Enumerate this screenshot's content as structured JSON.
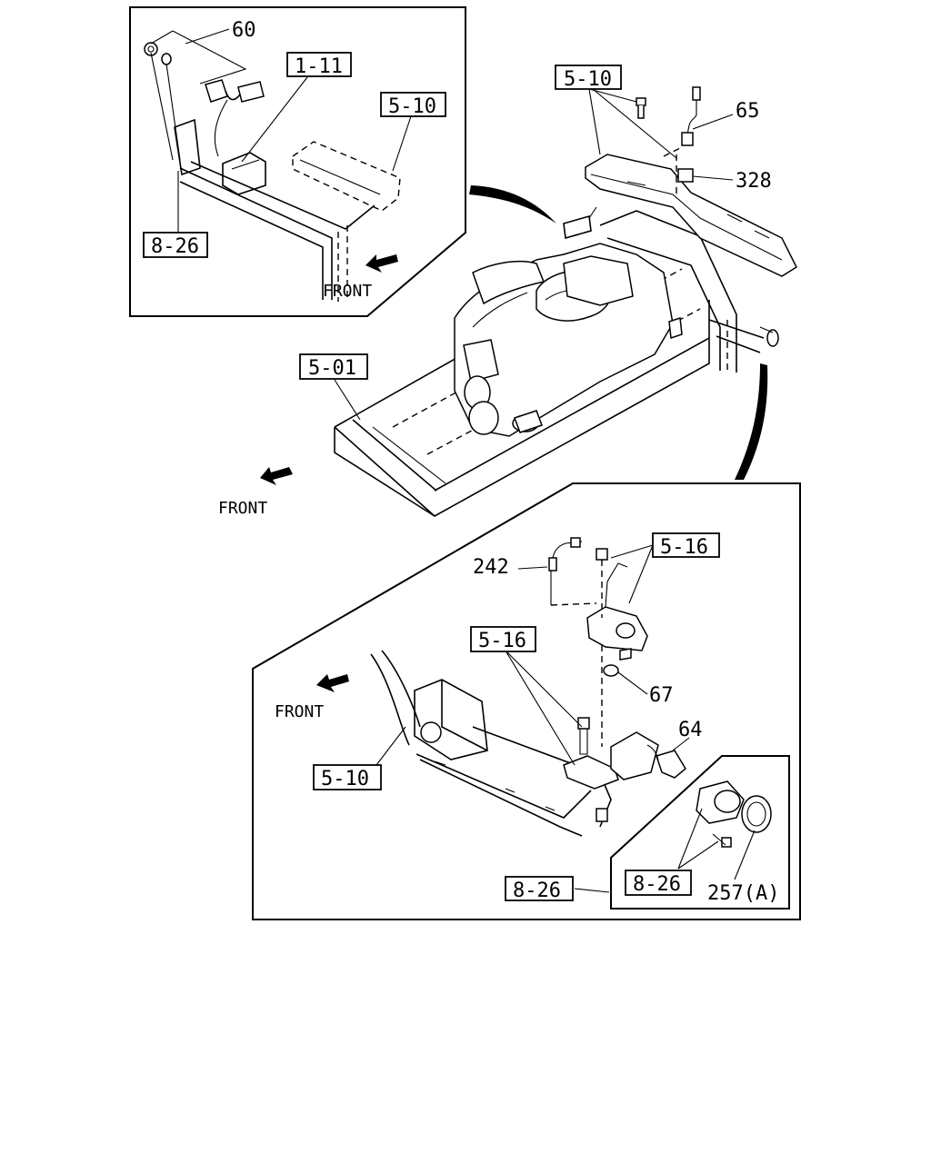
{
  "diagram": {
    "callouts": {
      "c60": "60",
      "c65": "65",
      "c328": "328",
      "c242": "242",
      "c67": "67",
      "c64": "64",
      "c257a": "257(A)"
    },
    "refs": {
      "r111": "1-11",
      "r510_top_inset": "5-10",
      "r826_top_inset": "8-26",
      "r510_top_right": "5-10",
      "r501": "5-01",
      "r516_right": "5-16",
      "r516_left": "5-16",
      "r510_bottom": "5-10",
      "r826_bottom_outer": "8-26",
      "r826_bottom_inner": "8-26"
    },
    "front_labels": {
      "top_inset": "FRONT",
      "main": "FRONT",
      "bottom_inset": "FRONT"
    }
  }
}
